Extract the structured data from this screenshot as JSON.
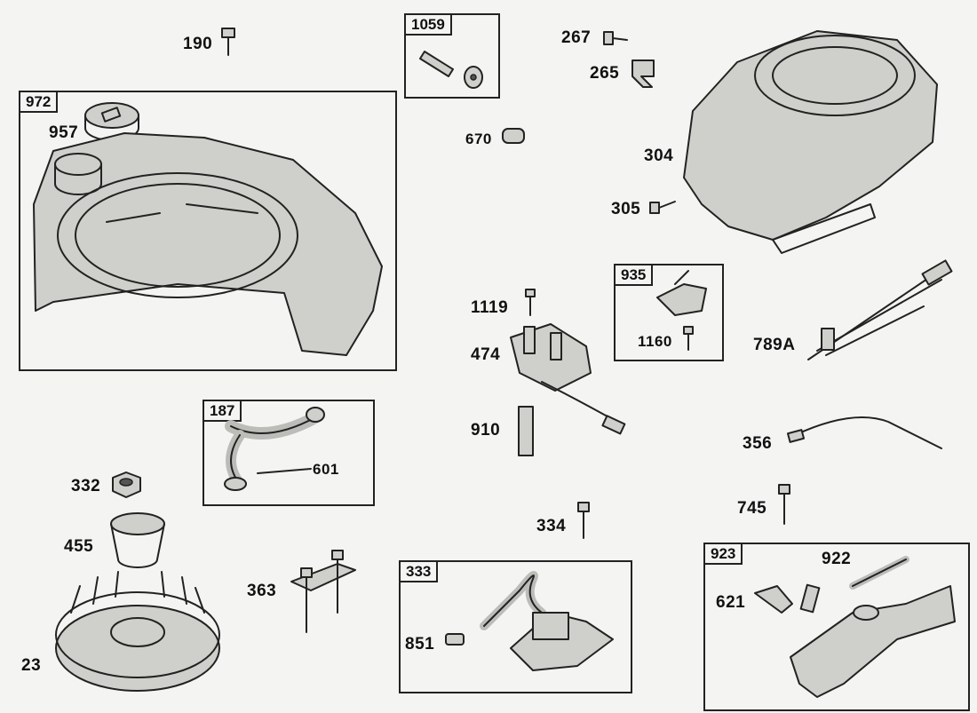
{
  "boxes": {
    "b972": "972",
    "b1059": "1059",
    "b935": "935",
    "b187": "187",
    "b333": "333",
    "b923": "923"
  },
  "labels": {
    "l190": "190",
    "l957": "957",
    "l267": "267",
    "l265": "265",
    "l670": "670",
    "l304": "304",
    "l305": "305",
    "l1119": "1119",
    "l474": "474",
    "l1160": "1160",
    "l789a": "789A",
    "l910": "910",
    "l601": "601",
    "l332": "332",
    "l455": "455",
    "l356": "356",
    "l745": "745",
    "l334": "334",
    "l363": "363",
    "l851": "851",
    "l922": "922",
    "l621": "621",
    "l23": "23"
  }
}
